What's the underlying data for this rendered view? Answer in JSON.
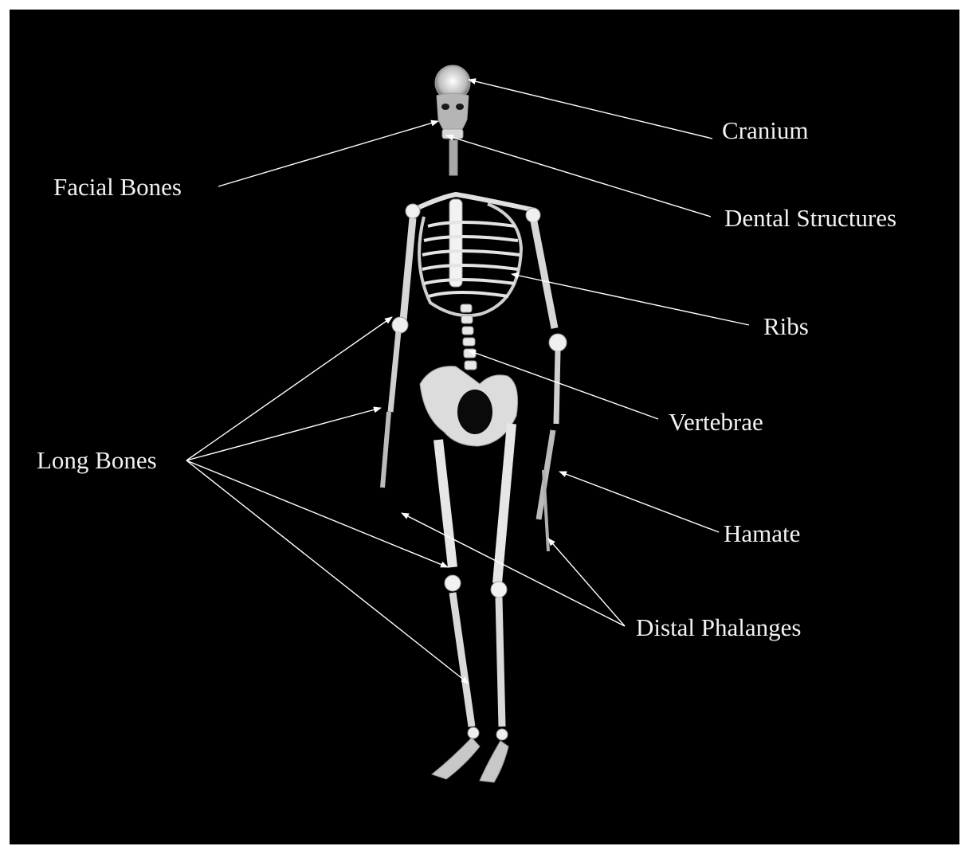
{
  "figure": {
    "background_color": "#000000",
    "bone_color": "#e6e6e6",
    "leader_line_color": "#ffffff",
    "label_color": "#f2f2f2",
    "subject": "full-body-skeleton-3d-render"
  },
  "labels": {
    "cranium": "Cranium",
    "facial_bones": "Facial Bones",
    "dental_structures": "Dental Structures",
    "ribs": "Ribs",
    "vertebrae": "Vertebrae",
    "long_bones": "Long Bones",
    "hamate": "Hamate",
    "distal_phalanges": "Distal Phalanges"
  }
}
